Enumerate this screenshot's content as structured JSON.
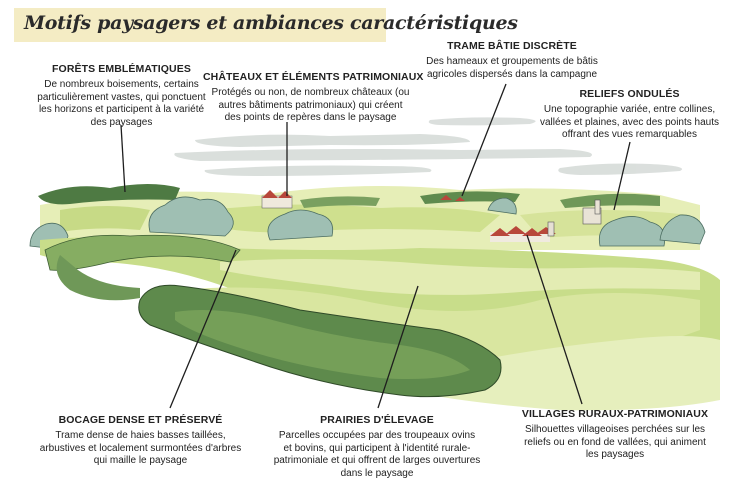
{
  "title": "Motifs paysagers et ambiances caractéristiques",
  "labels": {
    "forets": {
      "heading": "FORÊTS EMBLÉMATIQUES",
      "lines": [
        "De nombreux boisements, certains",
        "particulièrement vastes, qui ponctuent",
        "les horizons et participent à la variété",
        "des paysages"
      ]
    },
    "chateaux": {
      "heading": "CHÂTEAUX ET ÉLÉMENTS PATRIMONIAUX",
      "lines": [
        "Protégés ou non, de nombreux châteaux (ou",
        "autres bâtiments patrimoniaux) qui créent",
        "des points de repères dans le paysage"
      ]
    },
    "trame": {
      "heading": "TRAME BÂTIE DISCRÈTE",
      "lines": [
        "Des hameaux et groupements de bâtis",
        "agricoles dispersés dans la campagne"
      ]
    },
    "reliefs": {
      "heading": "RELIEFS ONDULÉS",
      "lines": [
        "Une topographie variée, entre collines,",
        "vallées et plaines, avec des points hauts",
        "offrant des vues remarquables"
      ]
    },
    "bocage": {
      "heading": "BOCAGE DENSE ET PRÉSERVÉ",
      "lines": [
        "Trame dense de haies basses taillées,",
        "arbustives et localement surmontées d'arbres",
        "qui maille le paysage"
      ]
    },
    "prairies": {
      "heading": "PRAIRIES D'ÉLEVAGE",
      "lines": [
        "Parcelles occupées par des troupeaux ovins",
        "et bovins, qui participent à l'identité rurale-",
        "patrimoniale et qui offrent de larges ouvertures",
        "dans le paysage"
      ]
    },
    "villages": {
      "heading": "VILLAGES RURAUX-PATRIMONIAUX",
      "lines": [
        "Silhouettes villageoises perchées sur les",
        "reliefs ou en fond de vallées, qui animent",
        "les paysages"
      ]
    }
  },
  "colors": {
    "title_band": "#f4ecc4",
    "meadow_light": "#dde8a8",
    "meadow_mid": "#c8dd8a",
    "hedge_dark": "#5e8a4c",
    "hedge_mid": "#86ad62",
    "tree_blue": "#9fbfb3",
    "sky_cloud": "#d7dcd9",
    "roof_red": "#b8473b",
    "leader_line": "#1e1e1e"
  }
}
